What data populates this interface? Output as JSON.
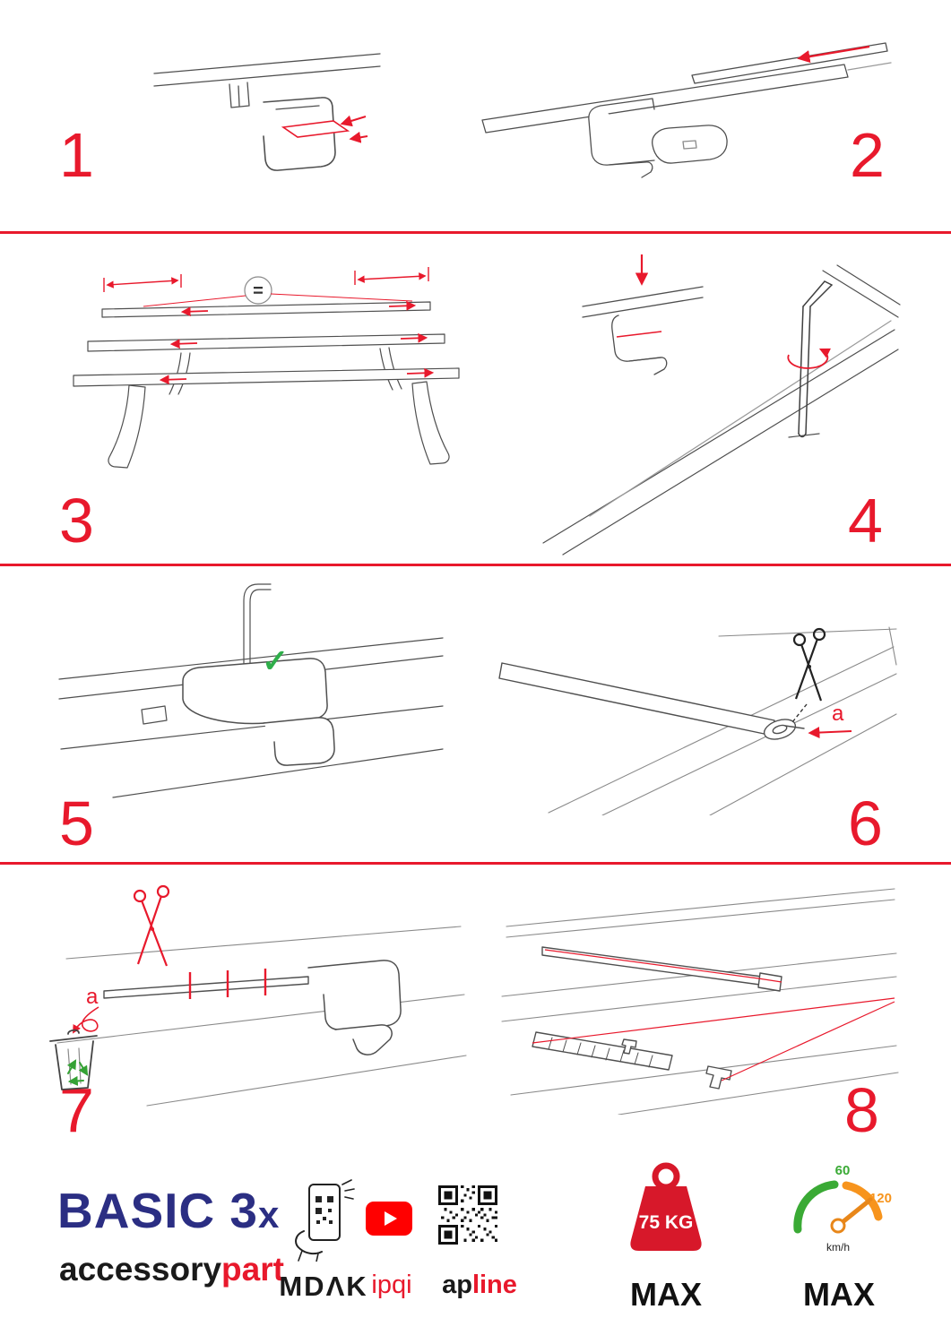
{
  "steps": [
    {
      "number": "1"
    },
    {
      "number": "2"
    },
    {
      "number": "3"
    },
    {
      "number": "4"
    },
    {
      "number": "5"
    },
    {
      "number": "6"
    },
    {
      "number": "7"
    },
    {
      "number": "8"
    }
  ],
  "annotations": {
    "equal_sign": "=",
    "check": "✓",
    "label_a_6": "a",
    "label_a_7": "a"
  },
  "footer": {
    "product": {
      "name": "BASIC 3",
      "suffix": "x"
    },
    "brand": {
      "black": "accessory",
      "red": "part"
    },
    "partners": {
      "mdak": "MDΛK",
      "ipqi": "ipqi",
      "apline_black": "ap",
      "apline_red": "line"
    },
    "weight": {
      "value": "75 KG",
      "label": "MAX"
    },
    "speed": {
      "tick_low": "60",
      "tick_high": "120",
      "unit": "km/h",
      "label": "MAX"
    }
  },
  "colors": {
    "accent": "#e8192c",
    "navy": "#2b2e83",
    "green": "#3aaa35",
    "orange": "#f7941d",
    "youtube_red": "#ff0000"
  }
}
